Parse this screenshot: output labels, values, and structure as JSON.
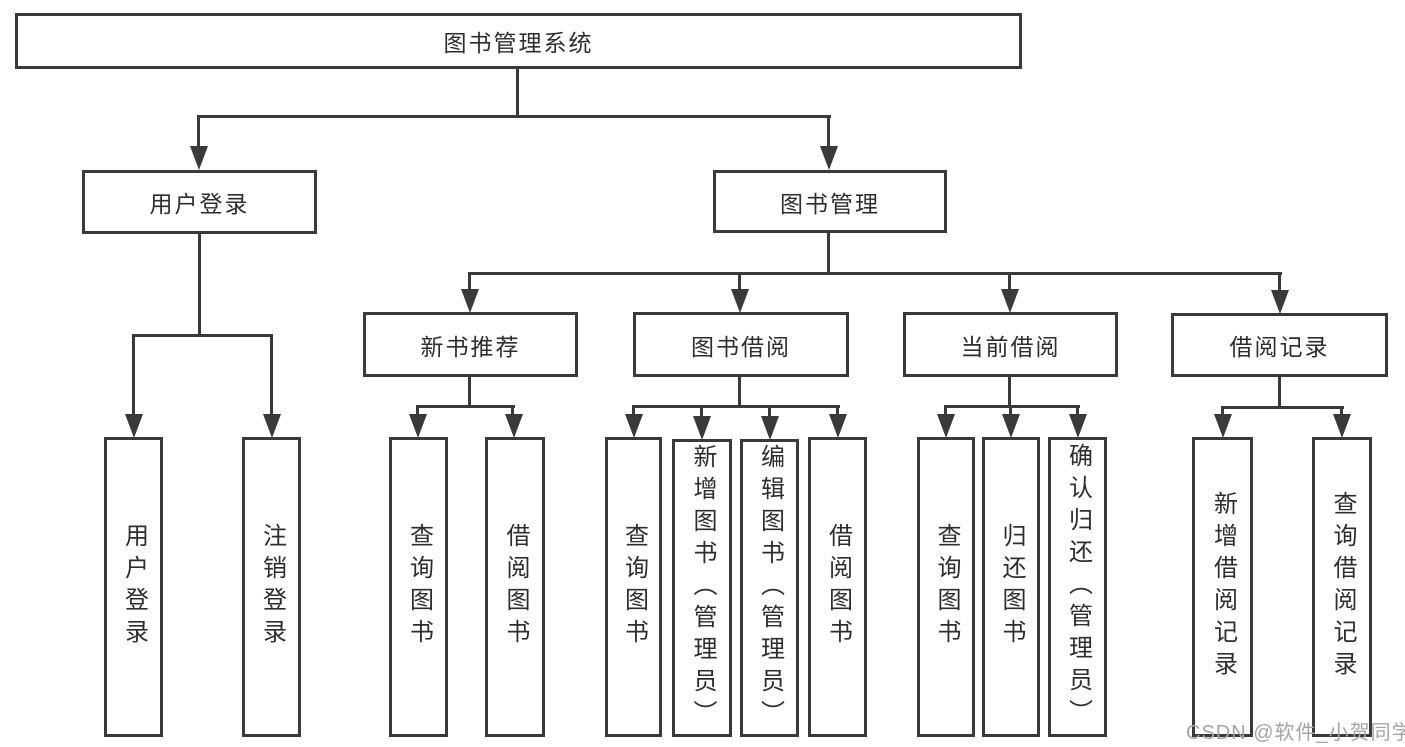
{
  "tree": {
    "label": "图书管理系统",
    "children": [
      {
        "label": "用户登录",
        "children": [
          {
            "label": "用户登录"
          },
          {
            "label": "注销登录"
          }
        ]
      },
      {
        "label": "图书管理",
        "children": [
          {
            "label": "新书推荐",
            "children": [
              {
                "label": "查询图书"
              },
              {
                "label": "借阅图书"
              }
            ]
          },
          {
            "label": "图书借阅",
            "children": [
              {
                "label": "查询图书"
              },
              {
                "label": "新增图书（管理员）"
              },
              {
                "label": "编辑图书（管理员）"
              },
              {
                "label": "借阅图书"
              }
            ]
          },
          {
            "label": "当前借阅",
            "children": [
              {
                "label": "查询图书"
              },
              {
                "label": "归还图书"
              },
              {
                "label": "确认归还（管理员）"
              }
            ]
          },
          {
            "label": "借阅记录",
            "children": [
              {
                "label": "新增借阅记录"
              },
              {
                "label": "查询借阅记录"
              }
            ]
          }
        ]
      }
    ]
  },
  "watermark": "CSDN @软件_小贺同学",
  "colors": {
    "line": "#3a3a3a",
    "text": "#2e2e2e",
    "watermark": "#a5a5a5",
    "background": "#ffffff"
  }
}
